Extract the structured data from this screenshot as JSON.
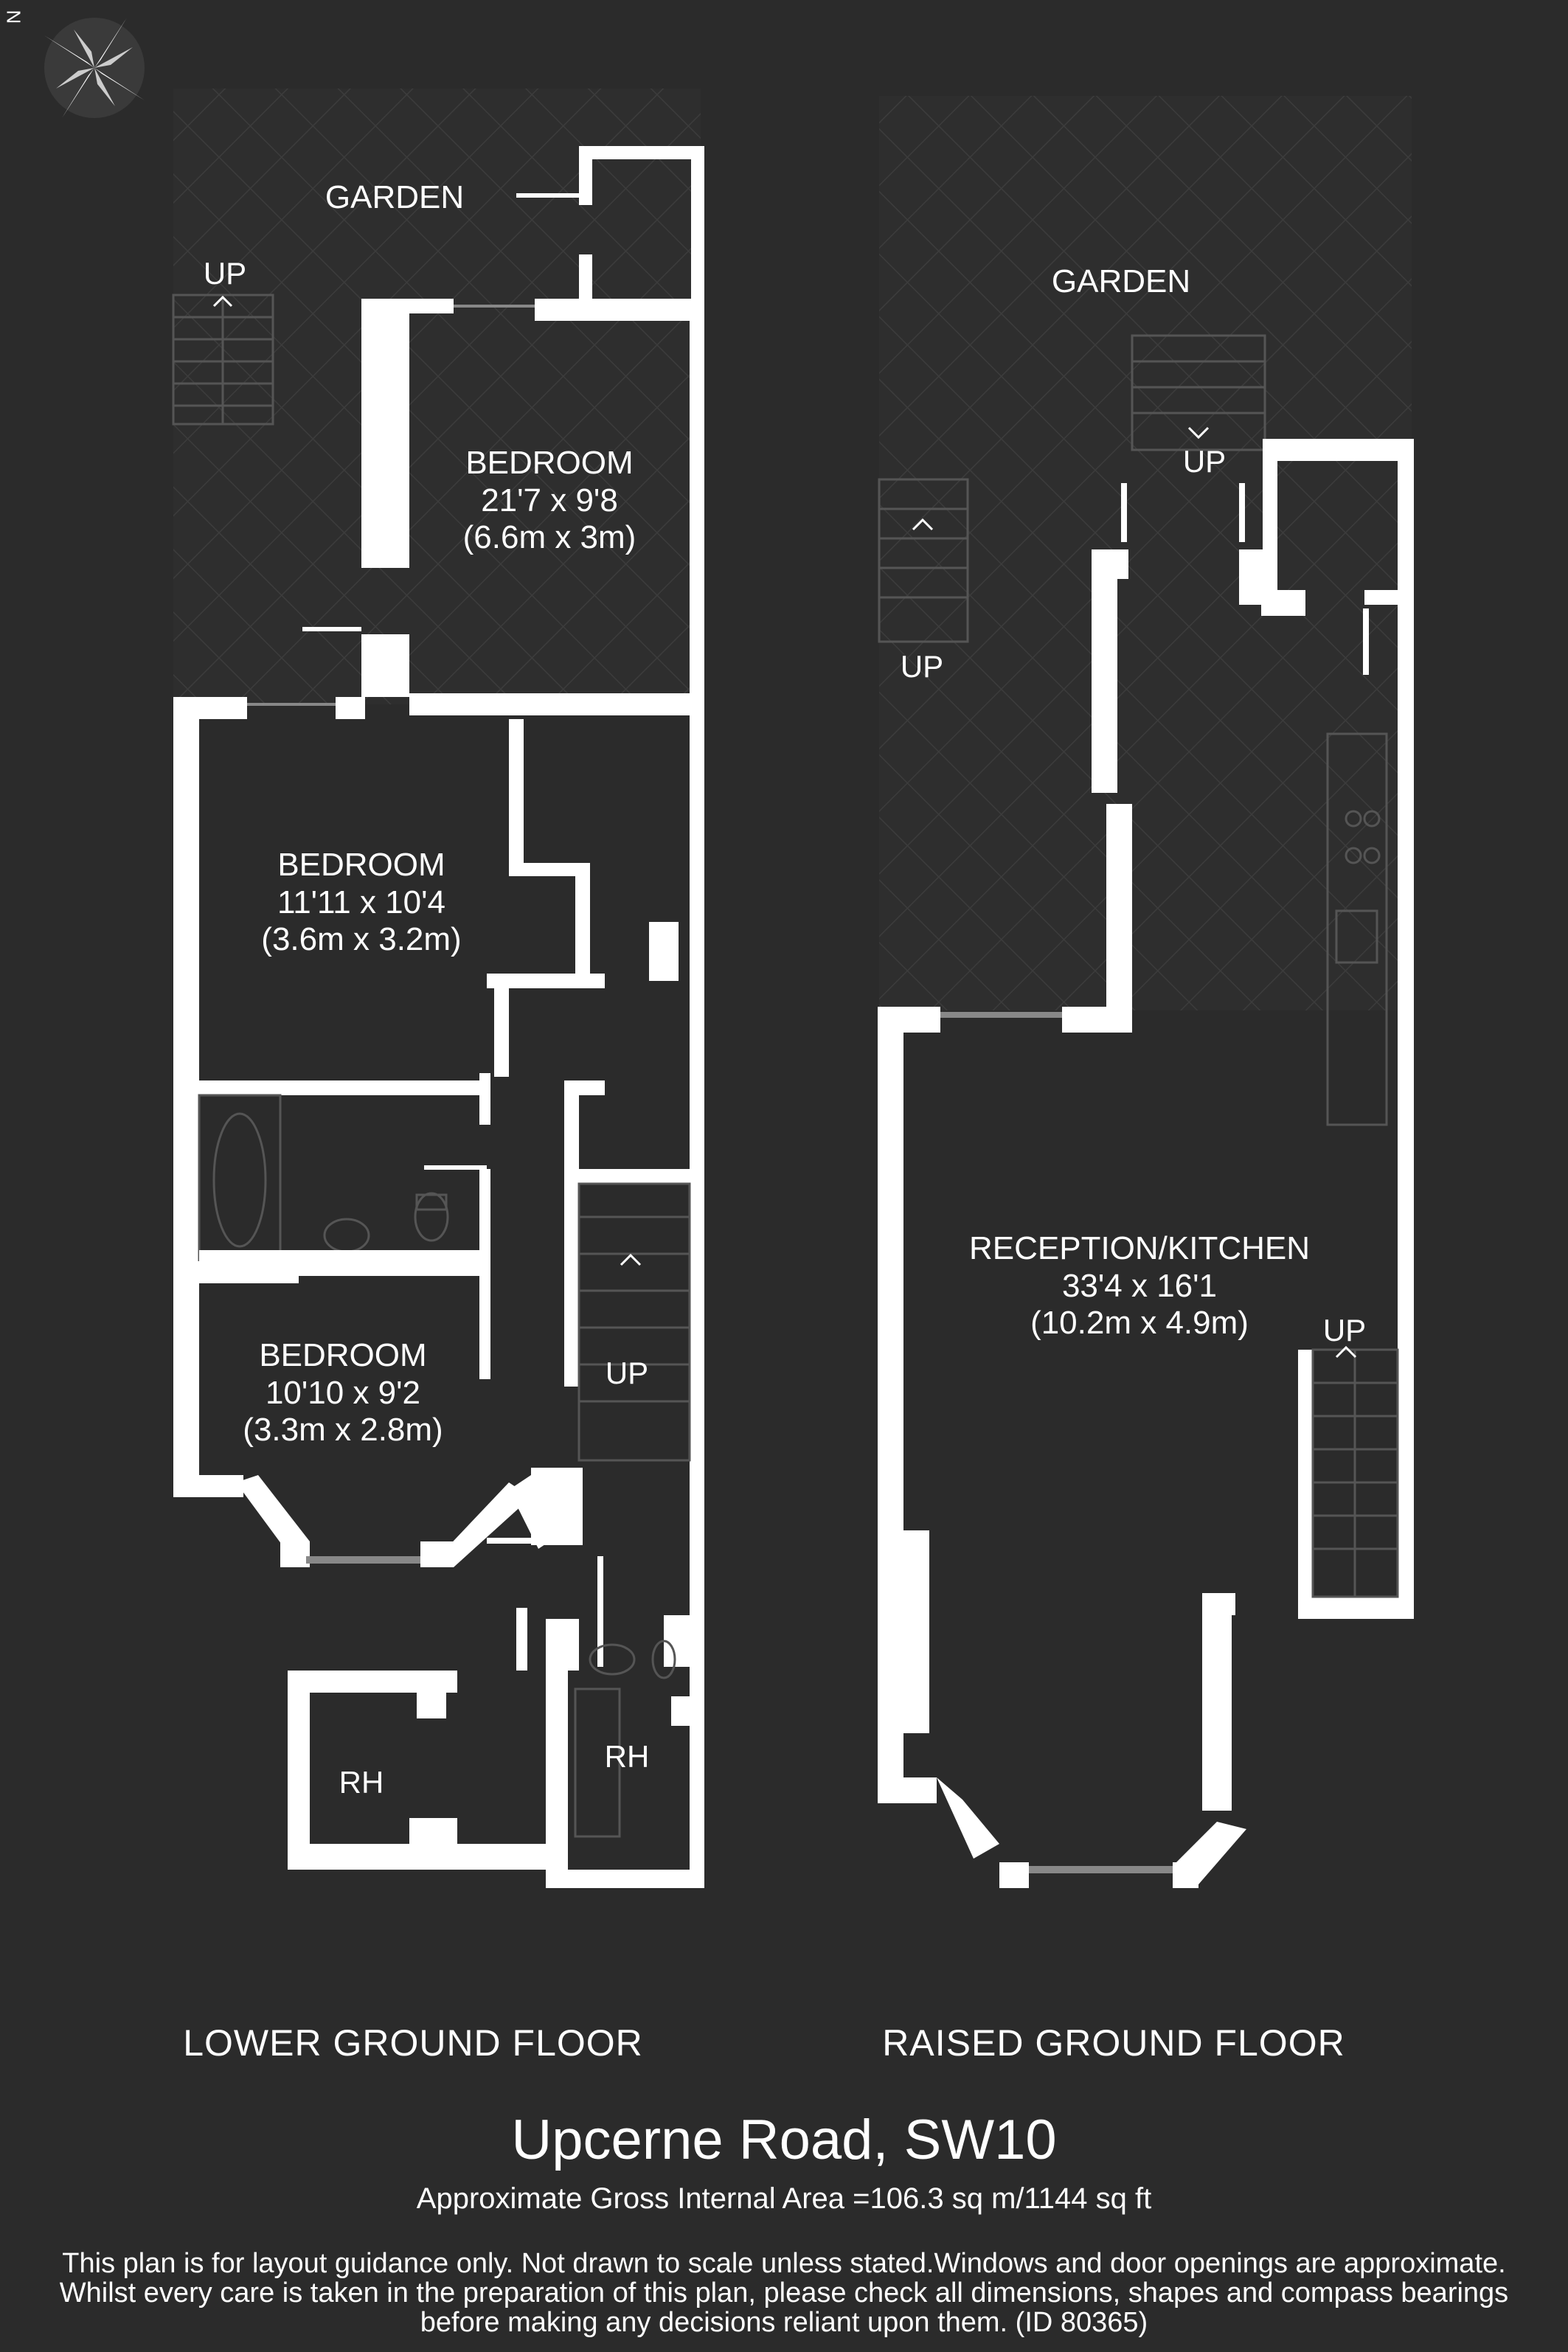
{
  "compass": {
    "icon": "compass-icon",
    "north_label": "N"
  },
  "lower_ground": {
    "garden": "GARDEN",
    "up_garden": "UP",
    "bedroom1": {
      "name": "BEDROOM",
      "imperial": "21'7 x 9'8",
      "metric": "(6.6m x 3m)"
    },
    "bedroom2": {
      "name": "BEDROOM",
      "imperial": "11'11 x 10'4",
      "metric": "(3.6m x 3.2m)"
    },
    "bedroom3": {
      "name": "BEDROOM",
      "imperial": "10'10 x 9'2",
      "metric": "(3.3m x 2.8m)"
    },
    "up_stairs": "UP",
    "rh_left": "RH",
    "rh_right": "RH",
    "floor_label": "LOWER GROUND FLOOR"
  },
  "raised_ground": {
    "garden": "GARDEN",
    "up_top": "UP",
    "up_left": "UP",
    "up_right": "UP",
    "reception": {
      "name": "RECEPTION/KITCHEN",
      "imperial": "33'4 x 16'1",
      "metric": "(10.2m x 4.9m)"
    },
    "floor_label": "RAISED GROUND FLOOR"
  },
  "property": {
    "title": "Upcerne Road, SW10",
    "area": "Approximate Gross Internal Area =106.3 sq m/1144 sq ft"
  },
  "disclaimer": "This plan is for layout guidance only. Not drawn to scale unless stated.Windows and door openings are approximate. Whilst every care is taken in the preparation of this plan, please check all dimensions, shapes and compass bearings before making any decisions reliant upon them. (ID 80365)",
  "colors": {
    "background": "#2b2b2b",
    "wall": "#ffffff",
    "hatch": "#3a3a3a",
    "line": "#555555"
  }
}
